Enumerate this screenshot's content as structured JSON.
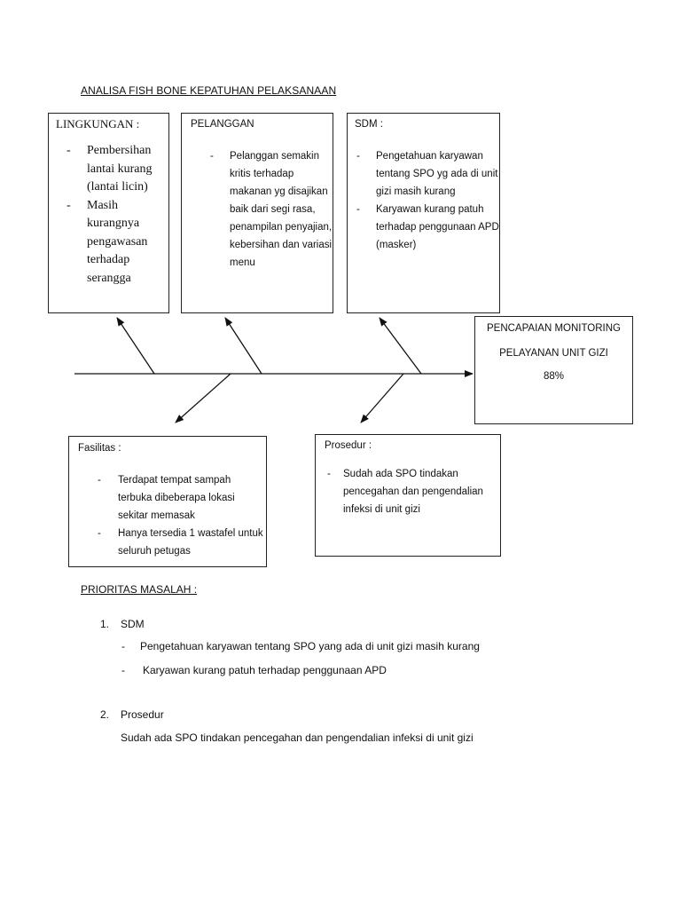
{
  "title": "ANALISA  FISH BONE KEPATUHAN PELAKSANAAN",
  "categories": {
    "lingkungan": {
      "heading": "LINGKUNGAN :",
      "items": [
        "Pembersihan lantai kurang (lantai licin)",
        "Masih kurangnya pengawasan terhadap serangga"
      ]
    },
    "pelanggan": {
      "heading": "PELANGGAN",
      "items": [
        "Pelanggan semakin kritis terhadap makanan yg disajikan baik dari segi rasa, penampilan penyajian, kebersihan dan variasi menu"
      ]
    },
    "sdm": {
      "heading": "SDM :",
      "items": [
        "Pengetahuan karyawan tentang SPO yg ada di unit gizi masih kurang",
        "Karyawan kurang patuh terhadap penggunaan APD (masker)"
      ]
    },
    "fasilitas": {
      "heading": "Fasilitas :",
      "items": [
        "Terdapat tempat sampah terbuka dibeberapa lokasi sekitar memasak",
        "Hanya tersedia 1 wastafel untuk seluruh petugas"
      ]
    },
    "prosedur": {
      "heading": "Prosedur :",
      "items": [
        "Sudah ada SPO tindakan pencegahan dan pengendalian infeksi di unit gizi"
      ]
    }
  },
  "result": {
    "line1": "PENCAPAIAN MONITORING",
    "line2": "PELAYANAN UNIT GIZI",
    "value": "88%"
  },
  "priorities": {
    "title": "PRIORITAS MASALAH :",
    "items": [
      {
        "number": "1.",
        "label": "SDM",
        "points": [
          "Pengetahuan karyawan tentang SPO yang ada di unit gizi masih kurang",
          "Karyawan kurang patuh terhadap penggunaan APD"
        ]
      },
      {
        "number": "2.",
        "label": "Prosedur",
        "text": "Sudah ada SPO tindakan pencegahan dan pengendalian infeksi di unit gizi"
      }
    ]
  }
}
